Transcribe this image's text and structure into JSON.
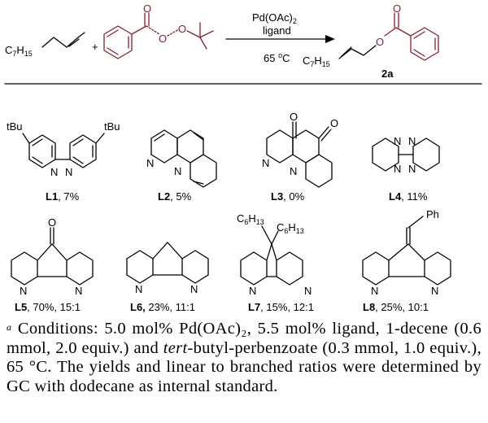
{
  "reaction": {
    "reactant1_label": "C7H15",
    "catalyst": "Pd(OAc)2",
    "ligand": "ligand",
    "temperature": "65 oC",
    "product_label": "C7H15",
    "product_id": "2a",
    "plus": "+"
  },
  "ligands": [
    {
      "id": "L1",
      "result": ", 7%",
      "substituent": "tBu"
    },
    {
      "id": "L2",
      "result": ", 5%"
    },
    {
      "id": "L3",
      "result": ", 0%"
    },
    {
      "id": "L4",
      "result": ", 11%"
    },
    {
      "id": "L5",
      "result": ", 70%, 15:1"
    },
    {
      "id": "L6,",
      "result": " 23%, 11:1"
    },
    {
      "id": "L7",
      "result": ", 15%, 12:1",
      "substituent": "C6H13"
    },
    {
      "id": "L8",
      "result": ", 25%, 10:1",
      "substituent": "Ph"
    }
  ],
  "caption": {
    "marker": "a",
    "part1": " Conditions: 5.0 mol% Pd(OAc)₂, 5.5 mol% ligand, 1-decene (0.6 mmol, 2.0 equiv.) and ",
    "italic": "tert",
    "part2": "-butyl-perbenzoate (0.3 mmol, 1.0 equiv.), 65 °C. The yields and linear to branched ratios were determined by GC with dodecane as internal standard."
  },
  "colors": {
    "peroxide_reagent": "#8b1f2e",
    "text": "#000000"
  }
}
